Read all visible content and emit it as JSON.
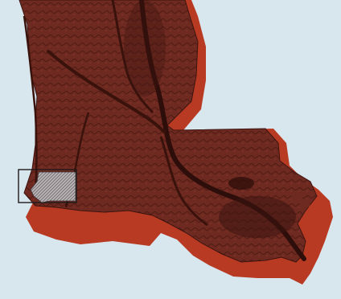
{
  "map": {
    "kind": "shaded-relief",
    "region_shape": "Louisiana",
    "colors": {
      "background": "#d8e6ee",
      "land": "#6e2a20",
      "land_dark": "#3c1410",
      "offset_shadow": "#b83a22",
      "highlight_fill": "#b9b4b6",
      "frame_outline": "#1e1a1a"
    },
    "highlight": {
      "count": 1,
      "style": "outlined box with light crosshatched fill"
    }
  }
}
